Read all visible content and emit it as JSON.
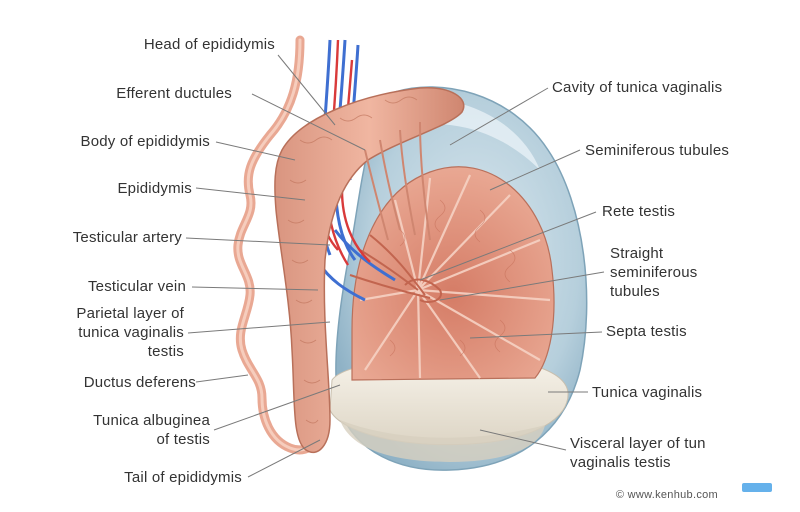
{
  "labels_left": [
    "Head of epididymis",
    "Efferent ductules",
    "Body of epididymis",
    "Epididymis",
    "Testicular artery",
    "Testicular vein",
    "Parietal layer of\ntunica vaginalis\ntestis",
    "Ductus deferens",
    "Tunica albuginea\nof testis",
    "Tail of epididymis"
  ],
  "labels_right": [
    "Cavity of tunica vaginalis",
    "Seminiferous tubules",
    "Rete testis",
    "Straight\nseminiferous\ntubules",
    "Septa testis",
    "Tunica vaginalis",
    "Visceral layer of tun\nvaginalis testis"
  ],
  "credit": "© www.kenhub.com",
  "colors": {
    "tissue": "#e8a48e",
    "tissue_dark": "#c9806a",
    "artery": "#d93a3a",
    "vein": "#3f6fd1",
    "sac": "#a9c6d6",
    "albuginea": "#efe9de",
    "leader": "#7a7a7a"
  }
}
